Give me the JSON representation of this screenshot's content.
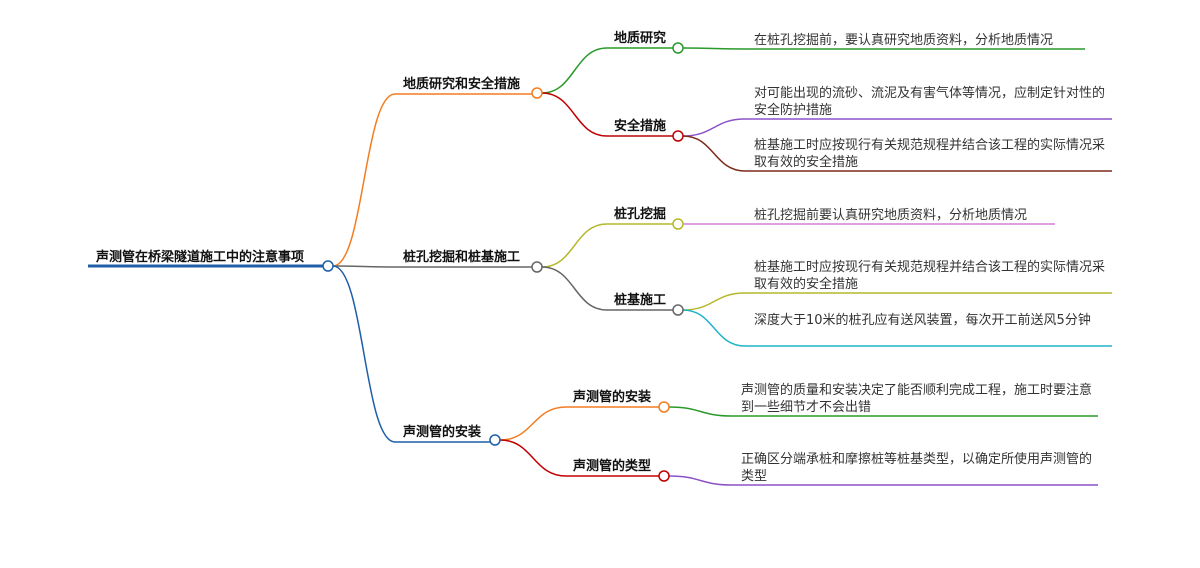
{
  "root": {
    "label": "声测管在桥梁隧道施工中的注意事项",
    "color": "#1f5fa8"
  },
  "branches": [
    {
      "label": "地质研究和安全措施",
      "color": "#f47c20",
      "children": [
        {
          "label": "地质研究",
          "color": "#2a9a2a",
          "leaves": [
            {
              "text": "在桩孔挖掘前，要认真研究地质资料，分析地质情况",
              "color": "#2a9a2a"
            }
          ]
        },
        {
          "label": "安全措施",
          "color": "#c00000",
          "leaves": [
            {
              "text": "对可能出现的流砂、流泥及有害气体等情况，应制定针对性的安全防护措施",
              "color": "#8a52c8"
            },
            {
              "text": "桩基施工时应按现行有关规范规程并结合该工程的实际情况采取有效的安全措施",
              "color": "#7b2a1a"
            }
          ]
        }
      ]
    },
    {
      "label": "桩孔挖掘和桩基施工",
      "color": "#666666",
      "children": [
        {
          "label": "桩孔挖掘",
          "color": "#b5b82a",
          "leaves": [
            {
              "text": "桩孔挖掘前要认真研究地质资料，分析地质情况",
              "color": "#d27fd8"
            }
          ]
        },
        {
          "label": "桩基施工",
          "color": "#666666",
          "leaves": [
            {
              "text": "桩基施工时应按现行有关规范规程并结合该工程的实际情况采取有效的安全措施",
              "color": "#b5b82a"
            },
            {
              "text": "深度大于10米的桩孔应有送风装置，每次开工前送风5分钟",
              "color": "#22b3c9"
            }
          ]
        }
      ]
    },
    {
      "label": "声测管的安装",
      "color": "#1f5fa8",
      "children": [
        {
          "label": "声测管的安装",
          "color": "#f47c20",
          "leaves": [
            {
              "text": "声测管的质量和安装决定了能否顺利完成工程，施工时要注意到一些细节才不会出错",
              "color": "#2a9a2a"
            }
          ]
        },
        {
          "label": "声测管的类型",
          "color": "#c00000",
          "leaves": [
            {
              "text": "正确区分端承桩和摩擦桩等桩基类型，以确定所使用声测管的类型",
              "color": "#8a52c8"
            }
          ]
        }
      ]
    }
  ]
}
